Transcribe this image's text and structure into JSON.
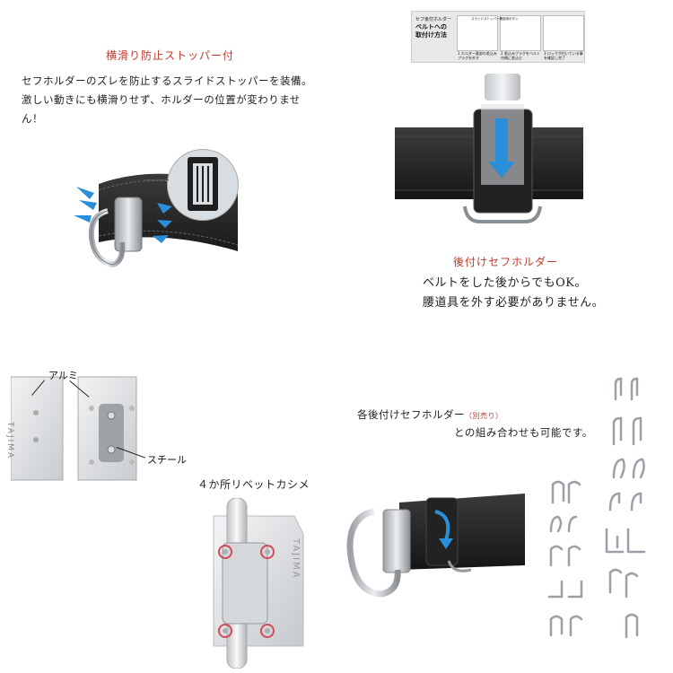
{
  "section1": {
    "title": "横滑り防止ストッパー付",
    "line1": "セフホルダーのズレを防止するスライドストッパーを装備。",
    "line2": "激しい動きにも横滑りせず、ホルダーの位置が変わりません！"
  },
  "section2": {
    "title": "後付けセフホルダー",
    "line1": "ベルトをした後からでもOK。",
    "line2": "腰道具を外す必要がありません。",
    "instruction_card": {
      "heading_small": "セフ後付ホルダー",
      "heading": "ベルトへの取付け方法",
      "sub_label": "スライドストッパー確認用ボタン",
      "steps": [
        {
          "num": "1",
          "text": "ホルダー基部の差込みプラグを外す"
        },
        {
          "num": "2",
          "text": "差込みプラグをベルト内側に差込む"
        },
        {
          "num": "3",
          "text": "ロックが付いている事を確認し完了"
        }
      ]
    }
  },
  "section3": {
    "label_aluminum": "アルミ",
    "label_steel": "スチール",
    "brand": "TAJIMA"
  },
  "section4": {
    "title": "４か所リベットカシメ",
    "brand": "TAJIMA"
  },
  "section5": {
    "line1_main": "各後付けセフホルダー",
    "line1_note": "（別売り）",
    "line2": "との組み合わせも可能です。"
  },
  "colors": {
    "accent_red": "#c0392b",
    "arrow_blue": "#2a8fd8",
    "belt_dark": "#2a2a2a",
    "metal_light": "#c9cdd2"
  }
}
